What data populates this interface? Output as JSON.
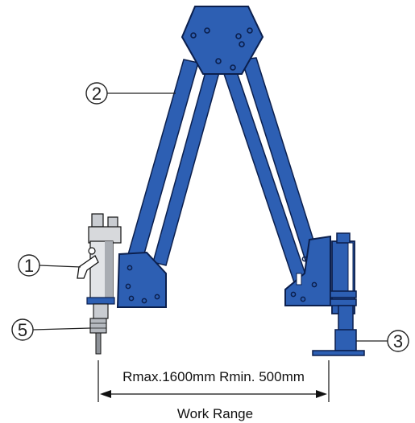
{
  "colors": {
    "arm_blue": "#2d5fb3",
    "arm_blue_dark": "#1b3f85",
    "outline": "#0b1f4d",
    "steel": "#c9ccd1",
    "steel_dark": "#6b6f76",
    "black": "#111111"
  },
  "callouts": [
    {
      "id": "1",
      "label": "1"
    },
    {
      "id": "2",
      "label": "2"
    },
    {
      "id": "3",
      "label": "3"
    },
    {
      "id": "5",
      "label": "5"
    }
  ],
  "dimension": {
    "text": "Rmax.1600mm Rmin. 500mm"
  },
  "caption": {
    "text": "Work Range"
  }
}
